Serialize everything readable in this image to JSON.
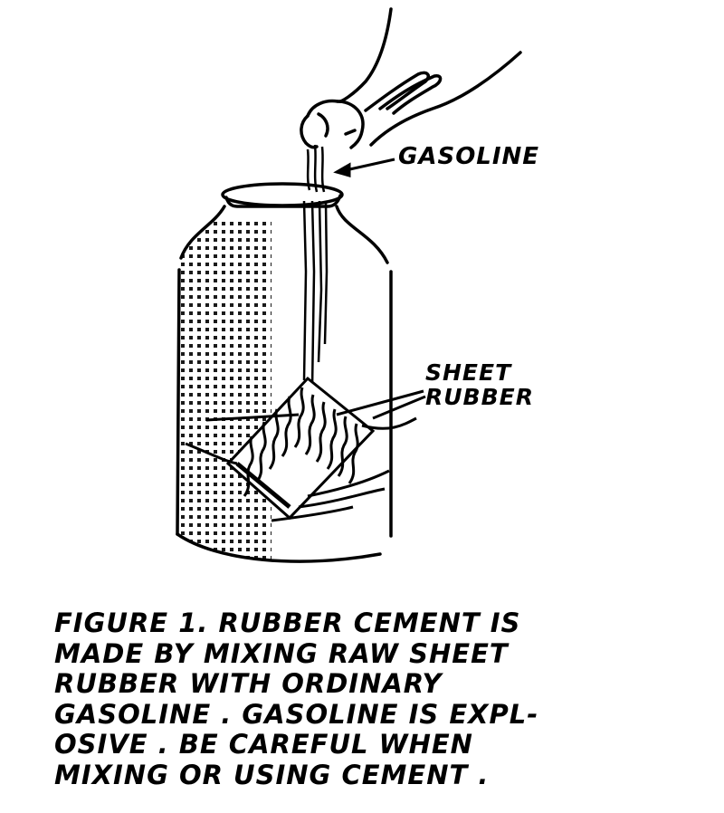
{
  "figure": {
    "labels": {
      "gasoline": "GASOLINE",
      "sheet_rubber_line1": "SHEET",
      "sheet_rubber_line2": "RUBBER"
    },
    "caption_lines": [
      "FIGURE 1. RUBBER CEMENT IS",
      "MADE  BY  MIXING RAW SHEET",
      "RUBBER  WITH  ORDINARY",
      "GASOLINE .  GASOLINE IS EXPL-",
      "OSIVE . BE CAREFUL WHEN",
      "MIXING  OR USING CEMENT ."
    ],
    "colors": {
      "ink": "#000000",
      "paper": "#ffffff"
    }
  }
}
